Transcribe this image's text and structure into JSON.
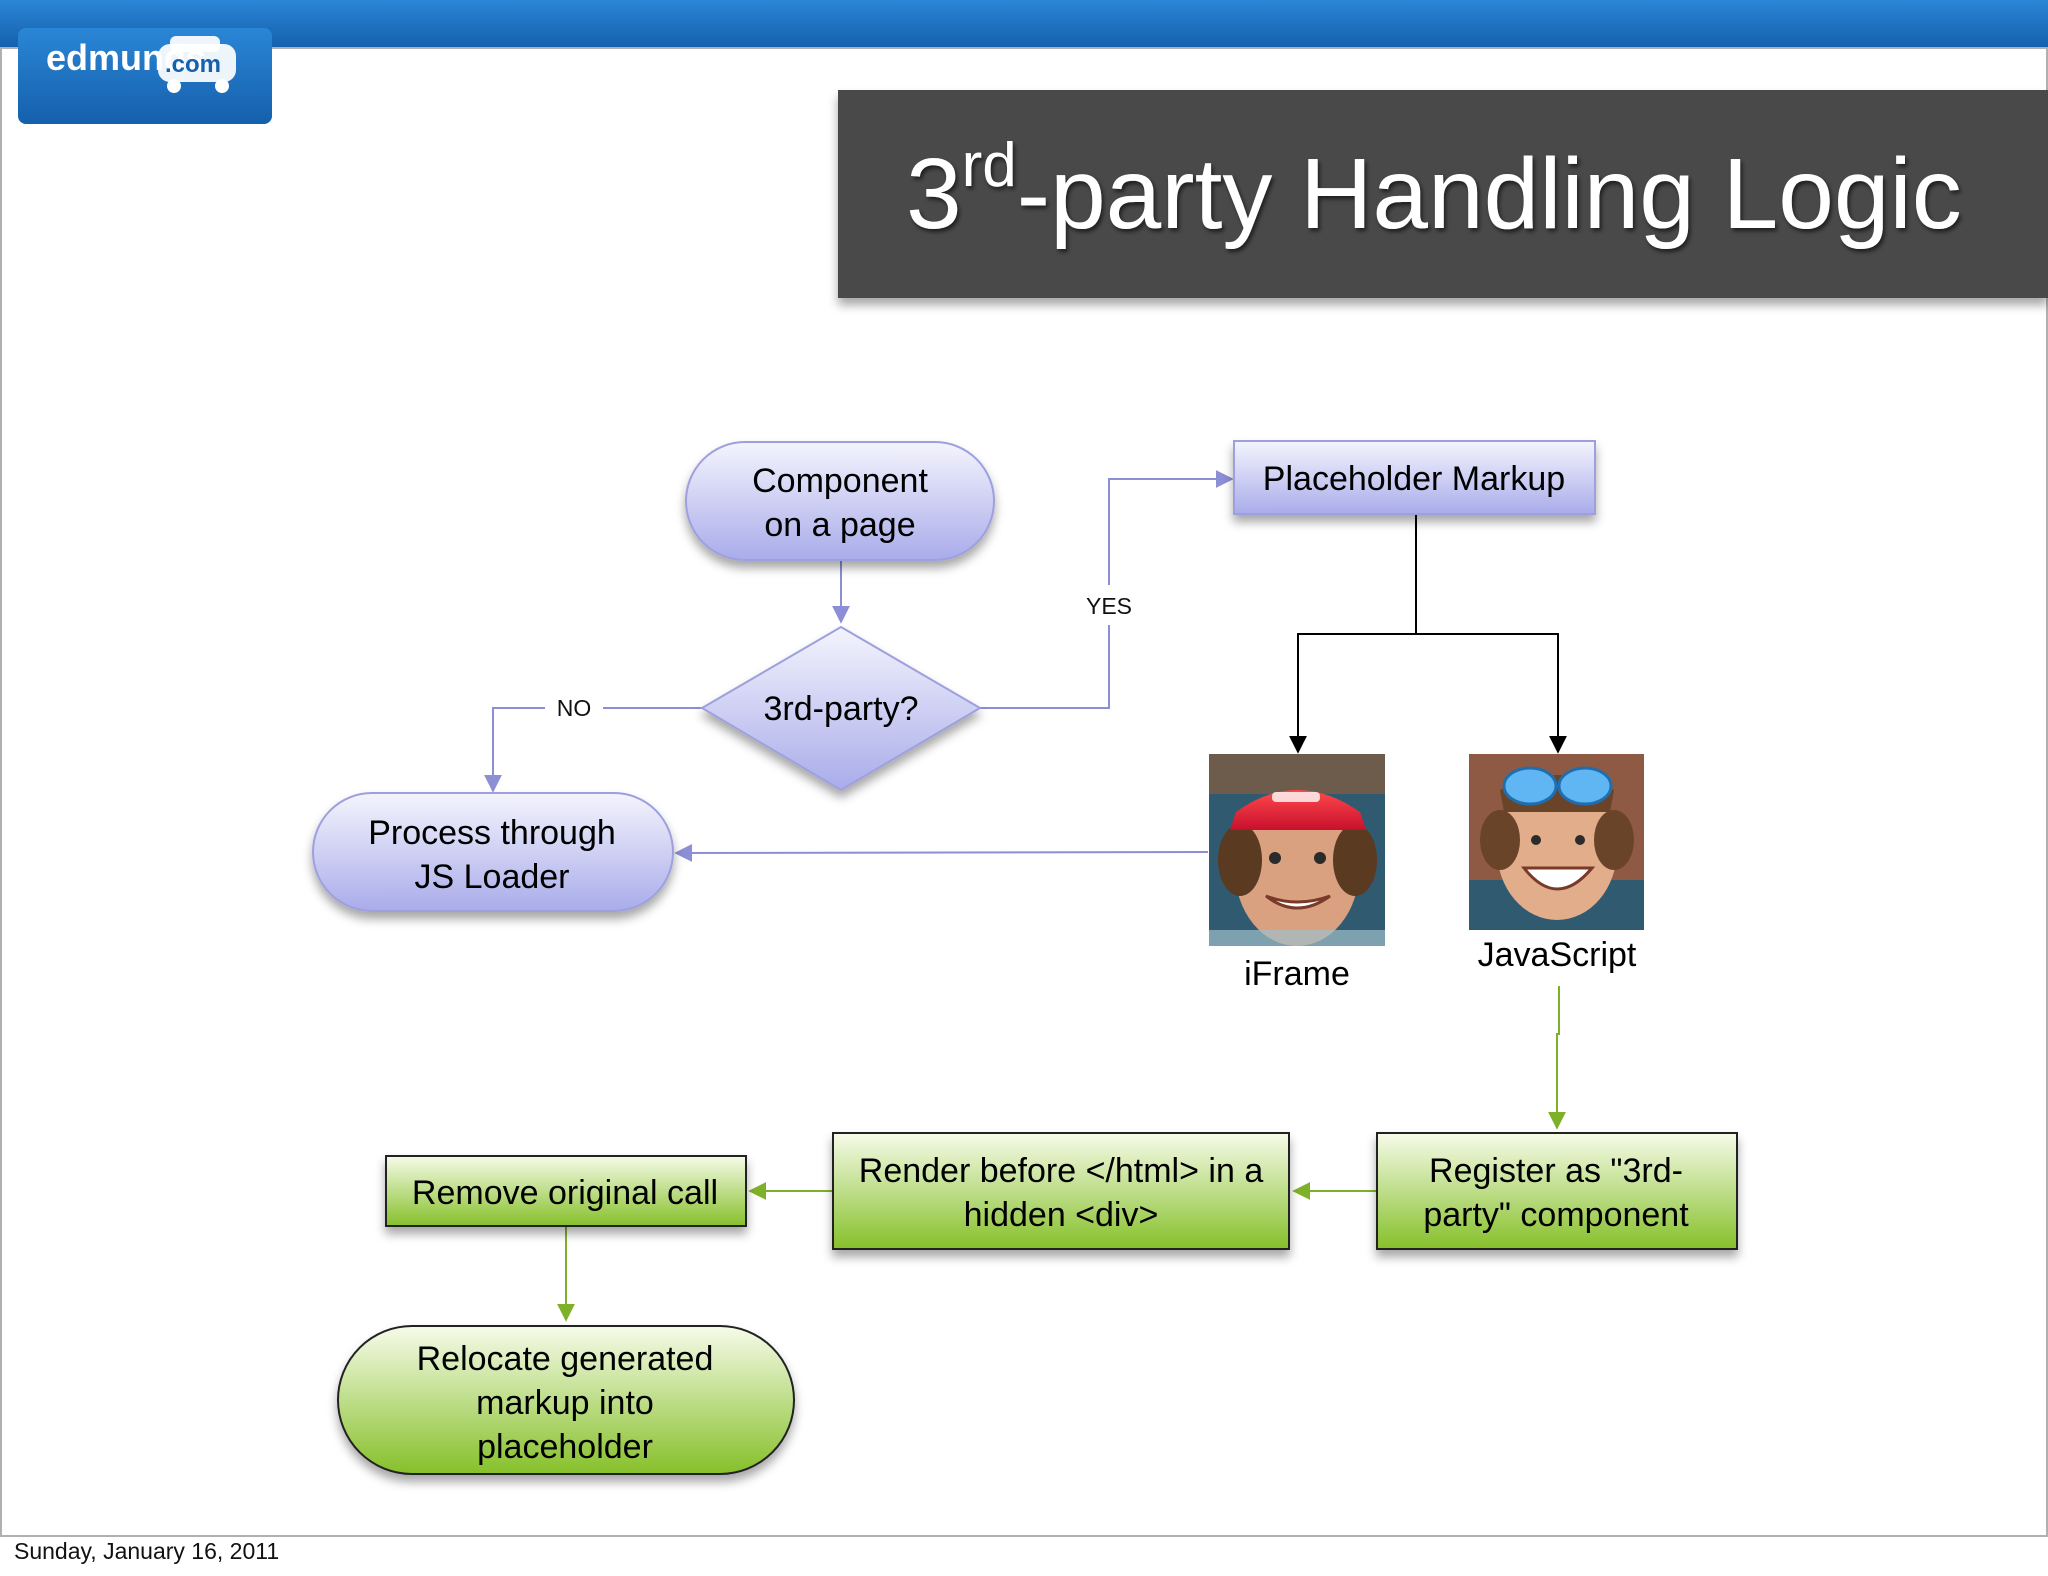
{
  "logo": {
    "brand": "edmunds",
    "suffix": ".com"
  },
  "title": {
    "prefix": "3",
    "superscript": "rd",
    "rest": "-party Handling Logic"
  },
  "nodes": {
    "component": {
      "line1": "Component",
      "line2": "on a page"
    },
    "decision": {
      "label": "3rd-party?"
    },
    "placeholder": {
      "label": "Placeholder Markup"
    },
    "process_js": {
      "line1": "Process through",
      "line2": "JS Loader"
    },
    "iframe": {
      "label": "iFrame"
    },
    "javascript": {
      "label": "JavaScript"
    },
    "register": {
      "line1": "Register as \"3rd-",
      "line2": "party\" component"
    },
    "render": {
      "line1": "Render before </html> in a",
      "line2": "hidden <div>"
    },
    "remove": {
      "label": "Remove original call"
    },
    "relocate": {
      "line1": "Relocate generated",
      "line2": "markup into",
      "line3": "placeholder"
    }
  },
  "edge_labels": {
    "yes": "YES",
    "no": "NO"
  },
  "footer": {
    "date": "Sunday, January 16, 2011"
  },
  "colors": {
    "header_bar": "#1d6fbf",
    "title_band": "#4a4a4a",
    "purple_node": "#c5c7ee",
    "green_node": "#9ccc4a",
    "purple_edge": "#8c8ed6",
    "green_edge": "#7fb02a"
  }
}
